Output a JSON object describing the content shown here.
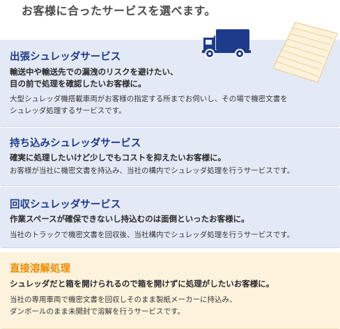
{
  "heading": "お客様に合ったサービスを選べます。",
  "services": [
    {
      "title": "出張シュレッダサービス",
      "lead": [
        "輸送中や輸送先での漏洩のリスクを避けたい、",
        "目の前で処理を確認したいお客様に。"
      ],
      "desc": [
        "大型シュレッダ機搭載車両がお客様の指定する所までお伺いし、その場で機密文書を",
        "シュレッダ処理するサービスです。"
      ]
    },
    {
      "title": "持ち込みシュレッダサービス",
      "lead": [
        "確実に処理したいけど少しでもコストを抑えたいお客様に。"
      ],
      "desc": [
        "お客様が当社に機密文書を持込み、当社の構内でシュレッダ処理を行うサービスです。"
      ]
    },
    {
      "title": "回収シュレッダサービス",
      "lead": [
        "作業スペースが確保できないし持込むのは面倒といったお客様に。"
      ],
      "desc": [
        "当社のトラックで機密文書を回収後、当社構内でシュレッダ処理を行うサービスです。"
      ]
    },
    {
      "title": "直接溶解処理",
      "lead": [
        "シュレッダだと箱を開けられるので箱を開けずに処理がしたいお客様に。"
      ],
      "desc": [
        "当社の専用車両で機密文書を回収しそのまま製紙メーカーに持込み、",
        "ダンボールのまま未開封で溶解を行うサービスです。"
      ]
    }
  ],
  "colors": {
    "title_blue": "#1e3a8a",
    "title_orange": "#f08a00",
    "card_blue": "#e3e9f5",
    "card_yellow": "#fdf3dc",
    "truck": "#1e3a8a"
  },
  "icons": [
    "truck-icon",
    "shredded-paper-icon"
  ]
}
